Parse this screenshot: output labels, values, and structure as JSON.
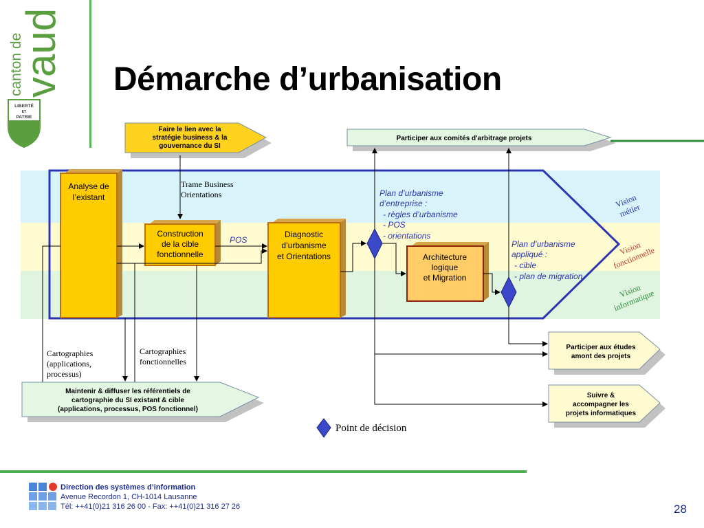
{
  "header": {
    "title": "Démarche d’urbanisation",
    "logo_canton": "canton de",
    "logo_vaud": "vaud",
    "logo_motto_1": "LIBERTÉ",
    "logo_motto_2": "ET",
    "logo_motto_3": "PATRIE"
  },
  "diagram": {
    "top_arrow_left": [
      "Faire le lien avec la",
      "stratégie business & la",
      "gouvernance du SI"
    ],
    "top_arrow_right": "Participer aux comités d'arbitrage projets",
    "trame": [
      "Trame Business",
      "Orientations"
    ],
    "analyse": [
      "Analyse de",
      "l’existant"
    ],
    "construction": [
      "Construction",
      "de la cible",
      "fonctionnelle"
    ],
    "pos_label": "POS",
    "diagnostic": [
      "Diagnostic",
      "d’urbanisme",
      "et Orientations"
    ],
    "plan_entreprise": [
      "Plan d’urbanisme",
      "d’entreprise :",
      "- règles d’urbanisme",
      "- POS",
      "- orientations"
    ],
    "architecture": [
      "Architecture",
      "logique",
      "et Migration"
    ],
    "plan_applique": [
      "Plan d’urbanisme",
      "appliqué :",
      "- cible",
      "- plan de migration"
    ],
    "vision_metier": [
      "Vision",
      "métier"
    ],
    "vision_fonctionnelle": [
      "Vision",
      "fonctionnelle"
    ],
    "vision_informatique": [
      "Vision",
      "informatique"
    ],
    "carto_applications": [
      "Cartographies",
      "(applications,",
      "processus)"
    ],
    "carto_fonctionnelles": [
      "Cartographies",
      "fonctionnelles"
    ],
    "maintenir": [
      "Maintenir & diffuser les référentiels de",
      "cartographie du SI existant & cible",
      "(applications, processus, POS fonctionnel)"
    ],
    "participer_etudes": [
      "Participer aux études",
      "amont des projets"
    ],
    "suivre": [
      "Suivre &",
      "accompagner les",
      "projets informatiques"
    ],
    "legend_decision": "Point de décision"
  },
  "footer": {
    "direction": "Direction des systèmes d’information",
    "address": "Avenue Recordon 1, CH-1014 Lausanne",
    "tel": "Tél: ++41(0)21 316 26 00 - Fax: ++41(0)21 316 27 26",
    "page_number": "28"
  },
  "colors": {
    "band_blue": "#d9f3fb",
    "band_yellow": "#fffbd0",
    "band_green": "#dff5df",
    "orange_box": "#ffcc00",
    "frame_blue": "#2b35b0",
    "green_arrow": "#e3f7e3",
    "yellow_arrow": "#ffd21f",
    "decision": "#3b48c9"
  }
}
